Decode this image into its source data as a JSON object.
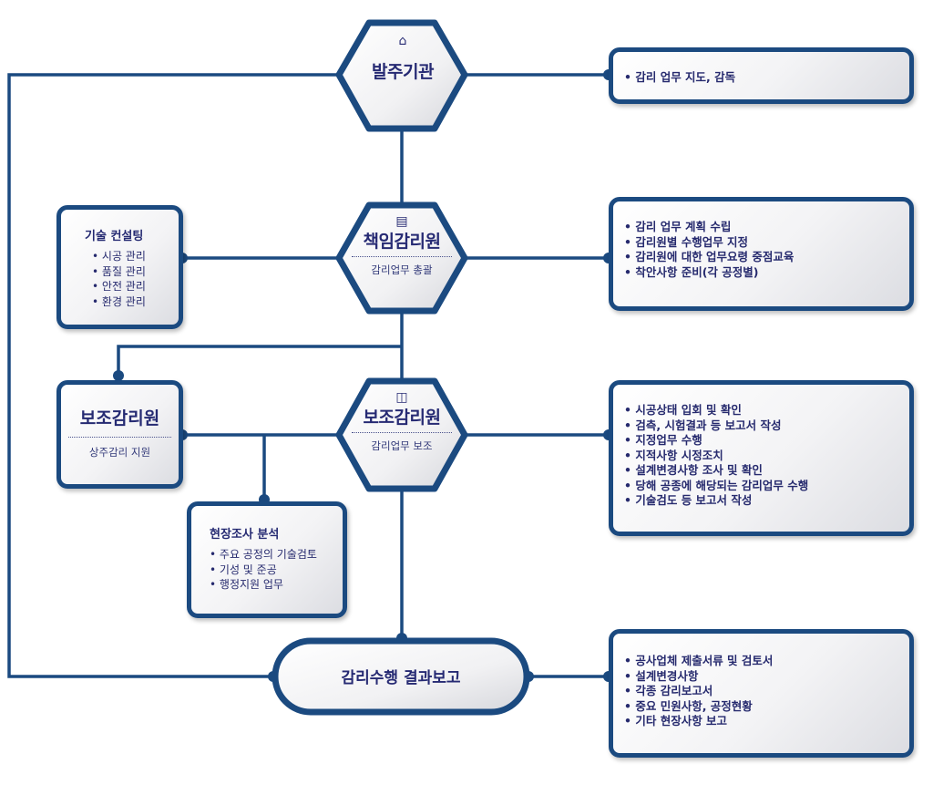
{
  "colors": {
    "line": "#1b4a80",
    "text": "#262a73"
  },
  "client": {
    "icon": "home-icon",
    "title": "발주기관",
    "duties": [
      "감리 업무 지도, 감독"
    ]
  },
  "chief": {
    "icon": "document-icon",
    "title": "책임감리원",
    "subtitle": "감리업무 총괄",
    "duties": [
      "감리 업무 계획 수립",
      "감리원별 수행업무 지정",
      "감리원에 대한 업무요령 중점교육",
      "착안사항 준비(각 공정별)"
    ]
  },
  "consulting": {
    "title": "기술 컨설팅",
    "items": [
      "시공 관리",
      "품질 관리",
      "안전 관리",
      "환경 관리"
    ]
  },
  "assistant": {
    "icon": "book-icon",
    "title": "보조감리원",
    "subtitle": "감리업무 보조",
    "duties": [
      "시공상태 입회 및 확인",
      "검측, 시험결과 등 보고서 작성",
      "지정업무 수행",
      "지적사항 시정조치",
      "설계변경사항 조사 및 확인",
      "당해 공종에 해당되는 감리업무 수행",
      "기술검도 등 보고서 작성"
    ]
  },
  "resident_assistant": {
    "title": "보조감리원",
    "subtitle": "상주감리 지원"
  },
  "field_survey": {
    "title": "현장조사 분석",
    "items": [
      "주요 공정의 기술검토",
      "기성 및 준공",
      "행정지원 업무"
    ]
  },
  "report": {
    "title": "감리수행 결과보고",
    "items": [
      "공사업체 제출서류 및 검토서",
      "설계변경사항",
      "각종 감리보고서",
      "중요 민원사항, 공정현황",
      "기타 현장사항 보고"
    ]
  }
}
